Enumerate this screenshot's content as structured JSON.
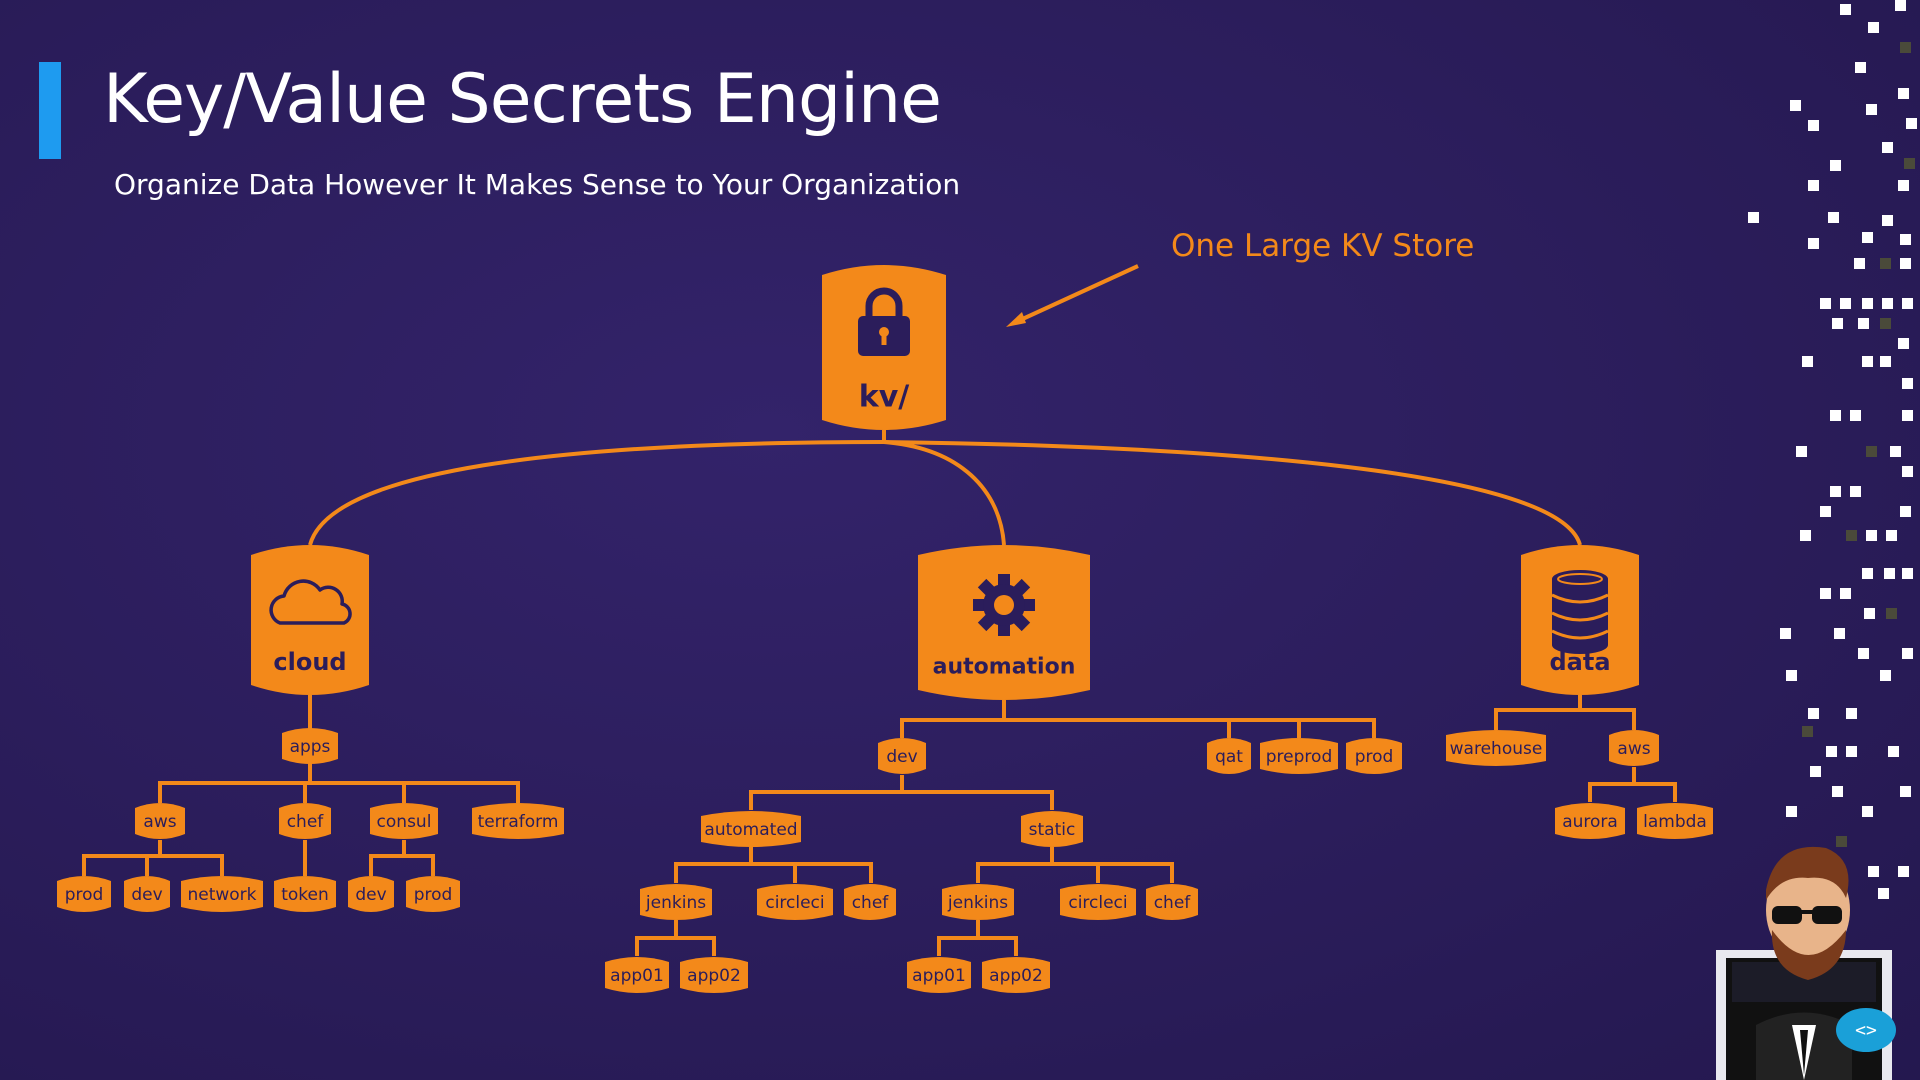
{
  "slide": {
    "title": "Key/Value Secrets Engine",
    "subtitle": "Organize Data However It Makes Sense to Your Organization",
    "callout": "One Large KV Store"
  },
  "colors": {
    "background": "#2b1d5b",
    "accent_bar": "#1e9bf0",
    "node": "#f3891a",
    "node_text": "#2b1d5b",
    "line": "#f3891a",
    "callout": "#f3891a"
  },
  "tree": {
    "root": {
      "label": "kv/",
      "icon": "lock-icon"
    },
    "branches": [
      {
        "label": "cloud",
        "icon": "cloud-icon"
      },
      {
        "label": "automation",
        "icon": "gear-icon"
      },
      {
        "label": "data",
        "icon": "database-icon"
      }
    ],
    "cloud": {
      "apps": "apps",
      "aws": "aws",
      "chef": "chef",
      "consul": "consul",
      "terraform": "terraform",
      "aws_prod": "prod",
      "aws_dev": "dev",
      "aws_network": "network",
      "chef_token": "token",
      "consul_dev": "dev",
      "consul_prod": "prod"
    },
    "automation": {
      "dev": "dev",
      "qat": "qat",
      "preprod": "preprod",
      "prod": "prod",
      "automated": "automated",
      "static": "static",
      "a_jenkins": "jenkins",
      "a_circleci": "circleci",
      "a_chef": "chef",
      "s_jenkins": "jenkins",
      "s_circleci": "circleci",
      "s_chef": "chef",
      "a_app01": "app01",
      "a_app02": "app02",
      "s_app01": "app01",
      "s_app02": "app02"
    },
    "data": {
      "warehouse": "warehouse",
      "aws": "aws",
      "aurora": "aurora",
      "lambda": "lambda"
    }
  },
  "presenter": {
    "avatar_icon": "presenter-avatar-icon",
    "badge_icon": "code-badge-icon"
  }
}
